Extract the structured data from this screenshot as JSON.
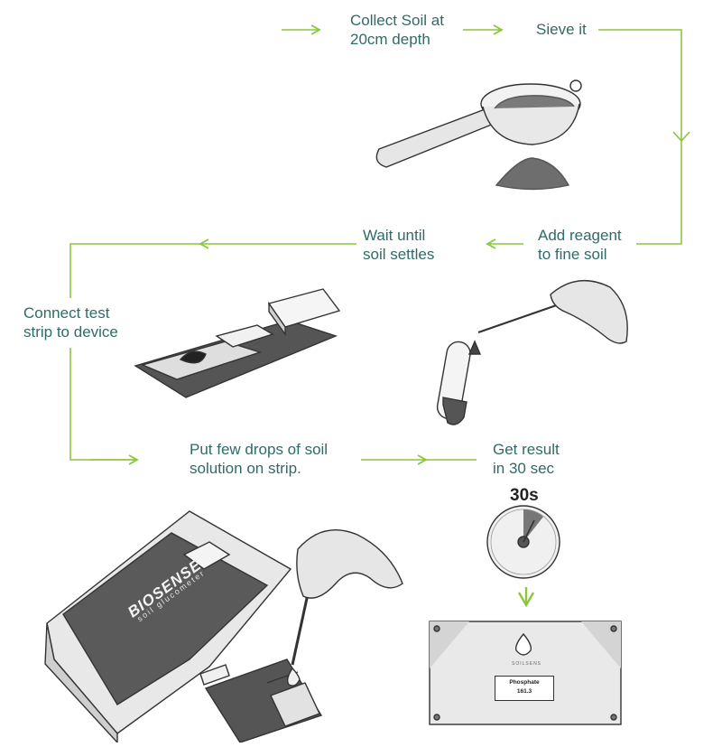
{
  "steps": {
    "collect": [
      "Collect Soil at",
      "20cm depth"
    ],
    "sieve": [
      "Sieve it"
    ],
    "add_reagent": [
      "Add reagent",
      "to fine soil"
    ],
    "wait": [
      "Wait until",
      "soil settles"
    ],
    "connect": [
      "Connect test",
      "strip to device"
    ],
    "put_drops": [
      "Put few drops of soil",
      "solution on strip."
    ],
    "get_result": [
      "Get result",
      "in 30 sec"
    ]
  },
  "timer": {
    "label": "30s"
  },
  "device": {
    "brand": "BIOSENSE",
    "subtitle": "soil glucometer"
  },
  "result_device": {
    "brand": "SOILSENS",
    "parameter": "Phosphate",
    "value": "161.3"
  },
  "colors": {
    "arrow": "#8cc63f",
    "text": "#2f6b67",
    "outline": "#333333",
    "device_fill": "#e9e9e9",
    "dark": "#4a4a4a"
  }
}
